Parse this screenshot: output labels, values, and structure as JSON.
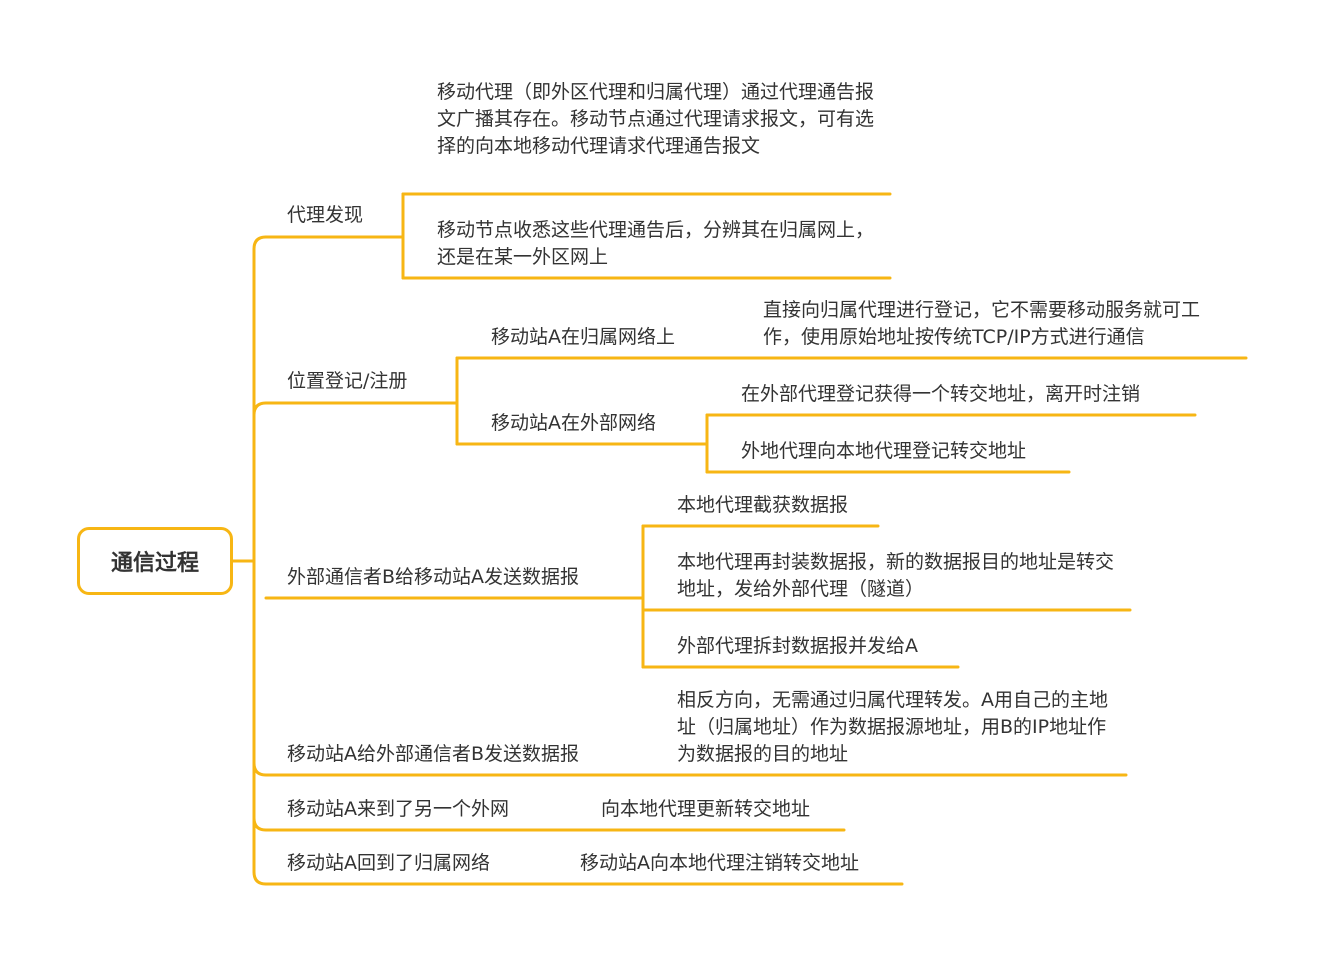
{
  "colors": {
    "branch": "#F7B614",
    "text": "#333333",
    "background": "#FFFFFF"
  },
  "root": {
    "label": "通信过程"
  },
  "branches": [
    {
      "label": "代理发现",
      "children": [
        {
          "label": "移动代理（即外区代理和归属代理）通过代理通告报文广播其存在。移动节点通过代理请求报文，可有选择的向本地移动代理请求代理通告报文"
        },
        {
          "label": "移动节点收悉这些代理通告后，分辨其在归属网上，还是在某一外区网上"
        }
      ]
    },
    {
      "label": "位置登记/注册",
      "children": [
        {
          "label": "移动站A在归属网络上",
          "children": [
            {
              "label": "直接向归属代理进行登记，它不需要移动服务就可工作，使用原始地址按传统TCP/IP方式进行通信"
            }
          ]
        },
        {
          "label": "移动站A在外部网络",
          "children": [
            {
              "label": "在外部代理登记获得一个转交地址，离开时注销"
            },
            {
              "label": "外地代理向本地代理登记转交地址"
            }
          ]
        }
      ]
    },
    {
      "label": "外部通信者B给移动站A发送数据报",
      "children": [
        {
          "label": "本地代理截获数据报"
        },
        {
          "label": "本地代理再封装数据报，新的数据报目的地址是转交地址，发给外部代理（隧道）"
        },
        {
          "label": "外部代理拆封数据报并发给A"
        }
      ]
    },
    {
      "label": "移动站A给外部通信者B发送数据报",
      "children": [
        {
          "label": "相反方向，无需通过归属代理转发。A用自己的主地址（归属地址）作为数据报源地址，用B的IP地址作为数据报的目的地址"
        }
      ]
    },
    {
      "label": "移动站A来到了另一个外网",
      "children": [
        {
          "label": "向本地代理更新转交地址"
        }
      ]
    },
    {
      "label": "移动站A回到了归属网络",
      "children": [
        {
          "label": "移动站A向本地代理注销转交地址"
        }
      ]
    }
  ]
}
